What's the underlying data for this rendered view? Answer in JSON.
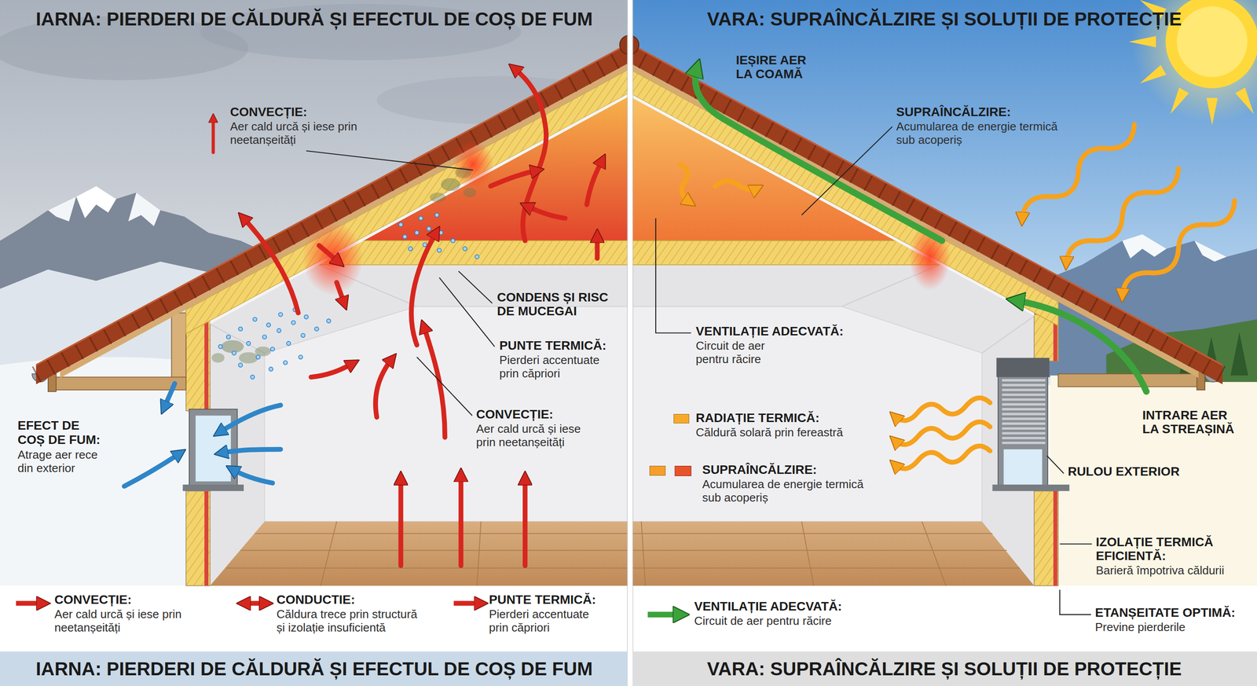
{
  "diagram": {
    "title": "IARNA: PIERDERI DE CĂLDURĂ ȘI EFECTUL DE COȘ DE FUM",
    "labels": [
      "VARA: SUPRAÎNCĂLZIRE ȘI SOLUȚII DE PROTECȚIE",
      "CONVECȚIE:",
      "Aer cald urcă și iese prin neetanșeități",
      "CONDENS ȘI RISC DE MUCEGAI",
      "PUNTE TERMICĂ:",
      "Pierderi accentuate prin căpriori",
      "CONVECȚIE:",
      "Aer cald urcă și iese prin neetanșeități",
      "EFECT DE COȘ DE FUM:",
      "Atrage aer rece din exterior",
      "IEȘIRE AER LA COAMĂ",
      "SUPRAÎNCĂLZIRE:",
      "Acumularea de energie termică sub acoperiș",
      "VENTILAȚIE ADECVATĂ:",
      "Circuit de aer pentru răcire",
      "Căldură solară prin fereastră",
      "Acumularea de energie termică sub acoperiș",
      "INTRARE AER LA STREAȘINĂ",
      "RULOU EXTERIOR",
      "IZOLAȚIE TERMICĂ EFICIENTĂ:",
      "Barieră împotriva căldurii",
      "ETANȘEITATE OPTIMĂ:",
      "Previne pierderile",
      "Aer cald urcă și iese prin neetanșeități",
      "Căldura trece prin structură și izolație insuficientă",
      "Pierderi accentuate prin căpriori",
      "Circuit de aer pentru răcire",
      "IARNA: PIERDERI DE CĂLDURĂ ȘI EFECTUL DE COȘ DE FUM",
      "VARA: SUPRAÎNCĂLZIRE ȘI SOLUȚII DE PROTECȚIE"
    ],
    "legend": [
      {
        "text": "RADIAȚIE TERMICĂ:",
        "color": "#f7a928"
      },
      {
        "text": "SUPRAÎNCĂLZIRE:",
        "color": "#f59f2a"
      },
      {
        "text": "CONVECȚIE:"
      },
      {
        "text": "CONDUCTIE:"
      },
      {
        "text": "PUNTE TERMICĂ:"
      },
      {
        "text": "VENTILAȚIE ADECVATĂ:"
      }
    ]
  }
}
